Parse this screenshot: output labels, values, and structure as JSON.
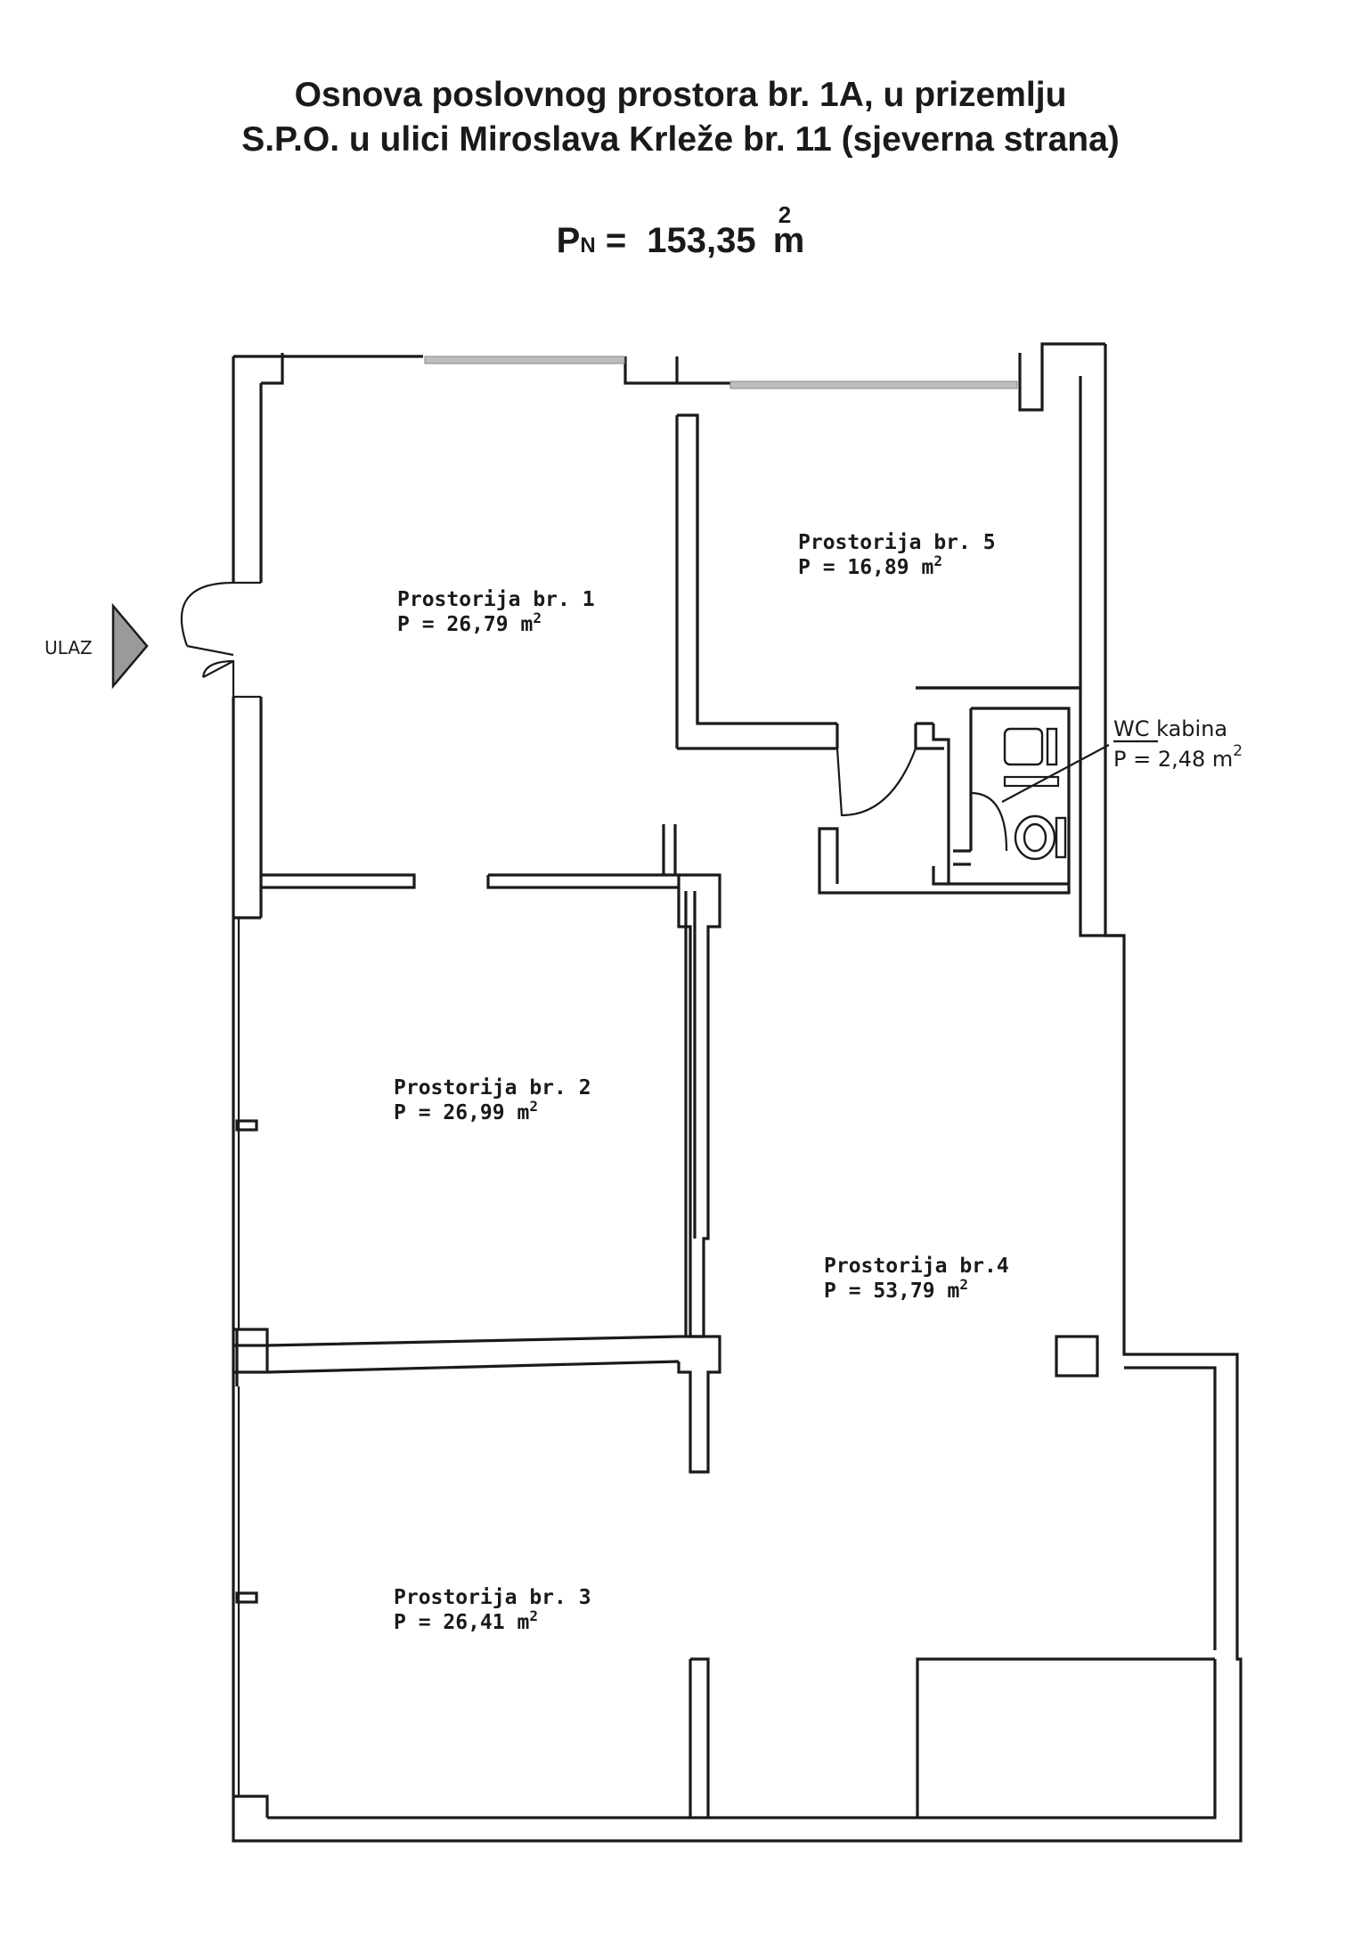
{
  "header": {
    "title_line_1": "Osnova poslovnog prostora br. 1A, u prizemlju",
    "title_line_2": "S.P.O. u ulici Miroslava Krleže br. 11 (sjeverna strana)",
    "total_area_symbol": "P",
    "total_area_subscript": "N",
    "total_area_equals": "=",
    "total_area_value": "153,35",
    "total_area_unit": "m",
    "total_area_exponent": "2"
  },
  "entrance": {
    "label": "ULAZ",
    "icon": "arrow-right-icon"
  },
  "rooms": [
    {
      "label": "Prostorija br. 1",
      "area": "P = 26,79 m",
      "exp": "2"
    },
    {
      "label": "Prostorija br. 2",
      "area": "P = 26,99 m",
      "exp": "2"
    },
    {
      "label": "Prostorija br. 3",
      "area": "P = 26,41 m",
      "exp": "2"
    },
    {
      "label": "Prostorija br.4",
      "area": "P = 53,79 m",
      "exp": "2"
    },
    {
      "label": "Prostorija br. 5",
      "area": "P = 16,89 m",
      "exp": "2"
    }
  ],
  "wc": {
    "label": "WC kabina",
    "area": "P = 2,48 m",
    "exp": "2"
  },
  "colors": {
    "ink": "#1a1a1a",
    "glazing": "#bdbdbd",
    "paper": "#ffffff"
  }
}
